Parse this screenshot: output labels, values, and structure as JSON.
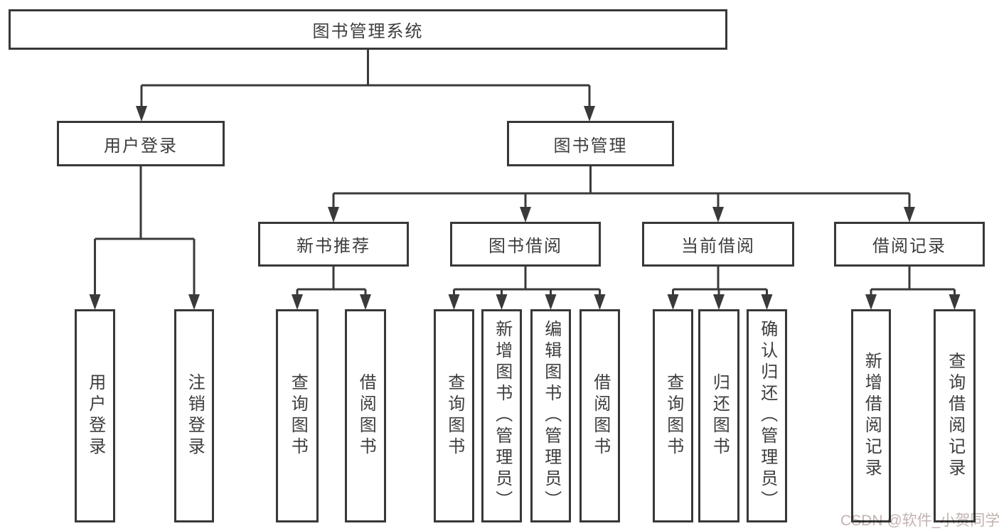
{
  "tree": {
    "root": {
      "label": "图书管理系统"
    },
    "level2": [
      {
        "label": "用户登录"
      },
      {
        "label": "图书管理"
      }
    ],
    "level3": [
      {
        "label": "新书推荐",
        "parent": "图书管理"
      },
      {
        "label": "图书借阅",
        "parent": "图书管理"
      },
      {
        "label": "当前借阅",
        "parent": "图书管理"
      },
      {
        "label": "借阅记录",
        "parent": "图书管理"
      }
    ],
    "leaves": [
      {
        "label": "用户登录",
        "parent": "用户登录"
      },
      {
        "label": "注销登录",
        "parent": "用户登录"
      },
      {
        "label": "查询图书",
        "parent": "新书推荐"
      },
      {
        "label": "借阅图书",
        "parent": "新书推荐"
      },
      {
        "label": "查询图书",
        "parent": "图书借阅"
      },
      {
        "label": "新增图书（管理员）",
        "parent": "图书借阅"
      },
      {
        "label": "编辑图书（管理员）",
        "parent": "图书借阅"
      },
      {
        "label": "借阅图书",
        "parent": "图书借阅"
      },
      {
        "label": "查询图书",
        "parent": "当前借阅"
      },
      {
        "label": "归还图书",
        "parent": "当前借阅"
      },
      {
        "label": "确认归还（管理员）",
        "parent": "当前借阅"
      },
      {
        "label": "新增借阅记录",
        "parent": "借阅记录"
      },
      {
        "label": "查询借阅记录",
        "parent": "借阅记录"
      }
    ]
  },
  "watermark": {
    "text": "CSDN @软件_小贺同学"
  },
  "colors": {
    "line": "#3a3a3a",
    "border": "#383838",
    "text": "#3d3d3d",
    "background": "#ffffff",
    "watermark": "#c2b3af"
  }
}
